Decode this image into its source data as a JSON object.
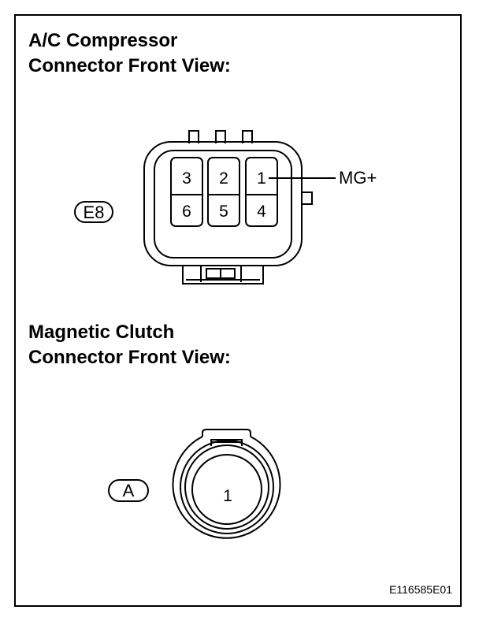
{
  "diagram": {
    "section1": {
      "title_line1": "A/C Compressor",
      "title_line2": "Connector Front View:",
      "connector_id": "E8",
      "pins": [
        {
          "number": "3"
        },
        {
          "number": "2"
        },
        {
          "number": "1"
        },
        {
          "number": "6"
        },
        {
          "number": "5"
        },
        {
          "number": "4"
        }
      ],
      "callout": "MG+"
    },
    "section2": {
      "title_line1": "Magnetic Clutch",
      "title_line2": "Connector Front View:",
      "connector_id": "A",
      "pin": "1"
    },
    "figure_code": "E116585E01"
  }
}
